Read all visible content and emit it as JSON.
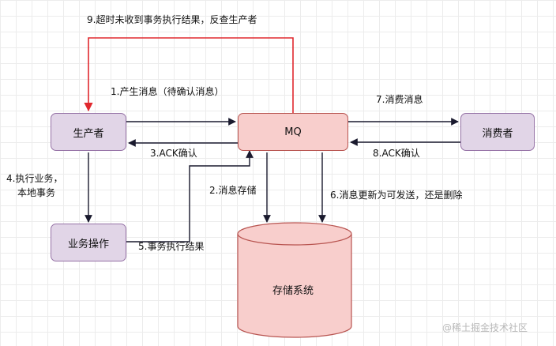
{
  "nodes": {
    "producer": "生产者",
    "mq": "MQ",
    "consumer": "消费者",
    "business": "业务操作",
    "storage": "存储系统"
  },
  "edges": {
    "e1": "1.产生消息（待确认消息）",
    "e2": "2.消息存储",
    "e3": "3.ACK确认",
    "e4_line1": "4.执行业务，",
    "e4_line2": "本地事务",
    "e5": "5.事务执行结果",
    "e6": "6.消息更新为可发送，还是删除",
    "e7": "7.消费消息",
    "e8": "8.ACK确认",
    "e9": "9.超时未收到事务执行结果，反查生产者"
  },
  "watermark": "@稀土掘金技术社区",
  "colors": {
    "purple_fill": "#e1d5e7",
    "purple_stroke": "#9673a6",
    "pink_fill": "#f8cecc",
    "pink_stroke": "#b85450",
    "red_arrow": "#e0282e",
    "dark_arrow": "#1a1a2e"
  }
}
